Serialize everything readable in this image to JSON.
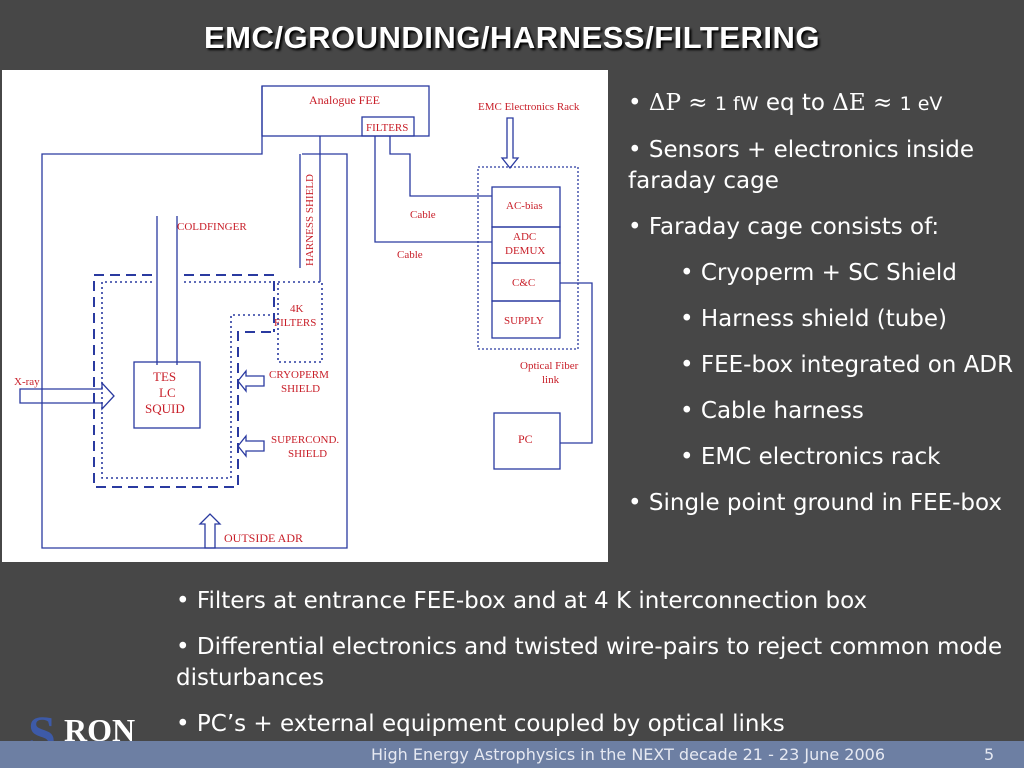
{
  "slide": {
    "title": "EMC/GROUNDING/HARNESS/FILTERING",
    "page_number": "5",
    "footer": "High Energy Astrophysics in the NEXT decade 21 - 23 June 2006",
    "logo_text": "SRON"
  },
  "figure": {
    "analogue_fee": "Analogue FEE",
    "filters": "FILTERS",
    "emc_rack": "EMC Electronics Rack",
    "harness_shield": "HARNESS SHIELD",
    "cable_1": "Cable",
    "cable_2": "Cable",
    "ac_bias": "AC-bias",
    "adc": "ADC",
    "demux": "DEMUX",
    "cc": "C&C",
    "supply": "SUPPLY",
    "coldfinger": "COLDFINGER",
    "four_k": "4K",
    "four_k_filters": "FILTERS",
    "cryoperm_1": "CRYOPERM",
    "cryoperm_2": "SHIELD",
    "optical_1": "Optical Fiber",
    "optical_2": "link",
    "xray": "X-ray",
    "tes": "TES",
    "lc": "LC",
    "squid": "SQUID",
    "supercond_1": "SUPERCOND.",
    "supercond_2": "SHIELD",
    "pc": "PC",
    "outside_adr": "OUTSIDE ADR"
  },
  "bullets": {
    "delta_p": "ΔP",
    "approx_1": "≈",
    "p_value": "1 fW",
    "eq_to": "eq to",
    "delta_e": "ΔE",
    "approx_2": "≈",
    "e_value": "1 eV",
    "b2": "Sensors + electronics inside faraday cage",
    "b3": "Faraday cage consists of:",
    "s1": "Cryoperm + SC Shield",
    "s2": "Harness shield (tube)",
    "s3": "FEE-box integrated on ADR",
    "s4": " Cable harness",
    "s5": "EMC electronics rack",
    "b4": "Single point ground in FEE-box"
  },
  "bottom_bullets": {
    "b1": "Filters at entrance FEE-box and at 4 K interconnection box",
    "b2": "Differential electronics and twisted wire-pairs to reject common mode disturbances",
    "b3": "PC’s + external equipment coupled by optical links"
  }
}
